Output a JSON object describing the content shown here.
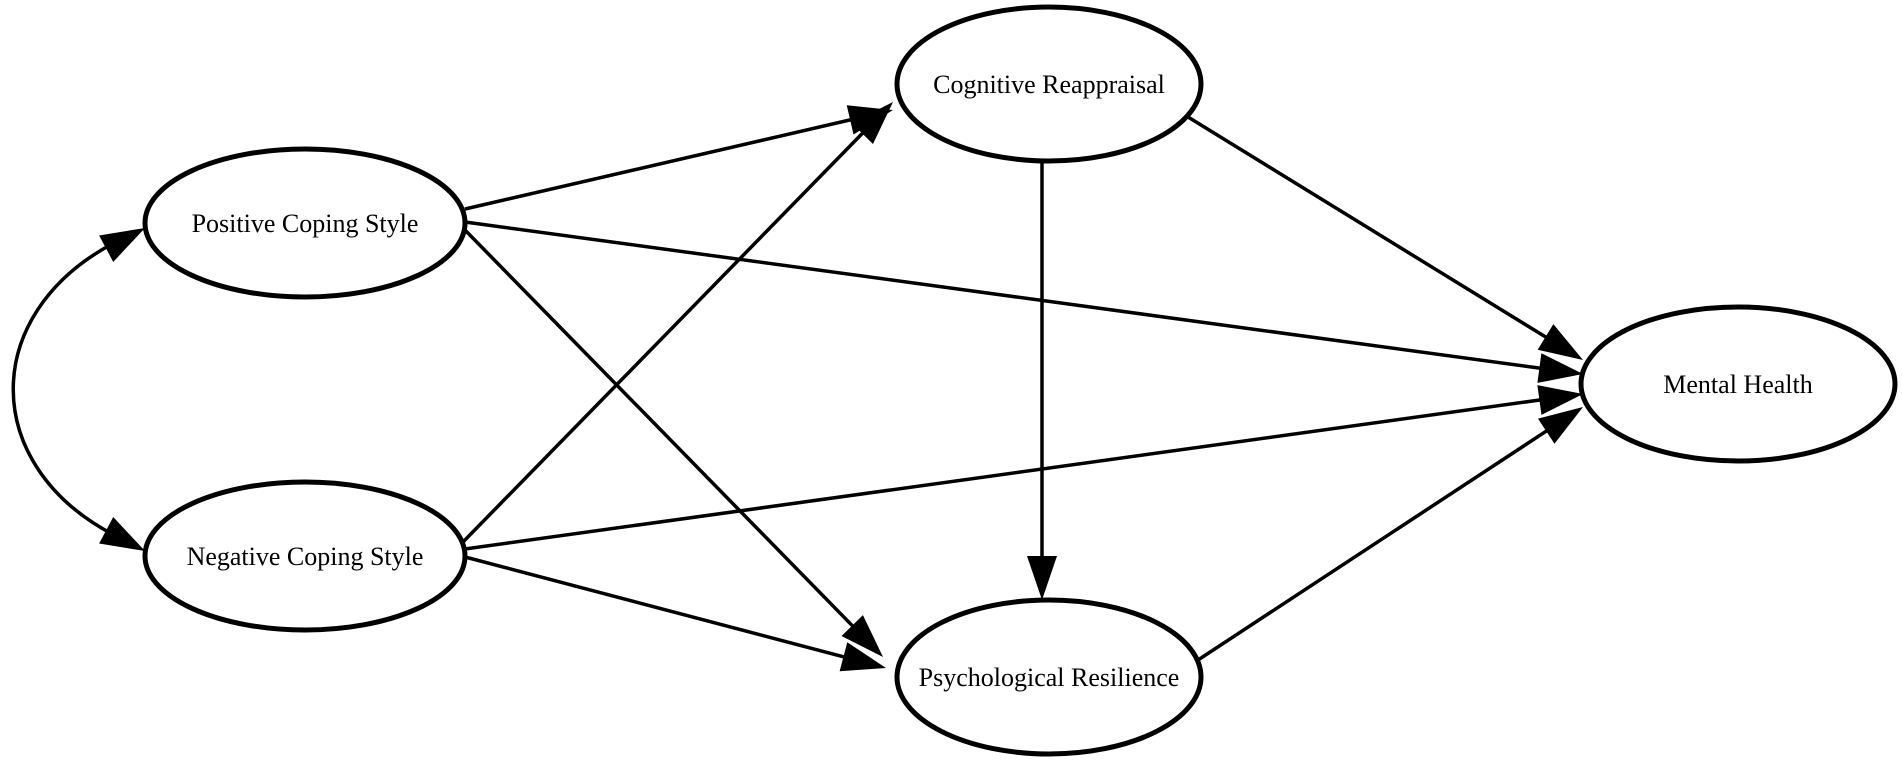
{
  "diagram": {
    "nodes": [
      {
        "id": "positive",
        "label": "Positive Coping Style"
      },
      {
        "id": "negative",
        "label": "Negative Coping Style"
      },
      {
        "id": "reappraisal",
        "label": "Cognitive Reappraisal"
      },
      {
        "id": "resilience",
        "label": "Psychological Resilience"
      },
      {
        "id": "mental",
        "label": "Mental Health"
      }
    ],
    "edges": [
      {
        "from": "positive",
        "to": "reappraisal"
      },
      {
        "from": "positive",
        "to": "mental"
      },
      {
        "from": "positive",
        "to": "resilience"
      },
      {
        "from": "negative",
        "to": "reappraisal"
      },
      {
        "from": "negative",
        "to": "mental"
      },
      {
        "from": "negative",
        "to": "resilience"
      },
      {
        "from": "reappraisal",
        "to": "mental"
      },
      {
        "from": "reappraisal",
        "to": "resilience"
      },
      {
        "from": "resilience",
        "to": "mental"
      },
      {
        "from": "positive",
        "to": "negative",
        "type": "covariance"
      }
    ],
    "colors": {
      "stroke": "#000000",
      "fill": "#ffffff"
    }
  }
}
